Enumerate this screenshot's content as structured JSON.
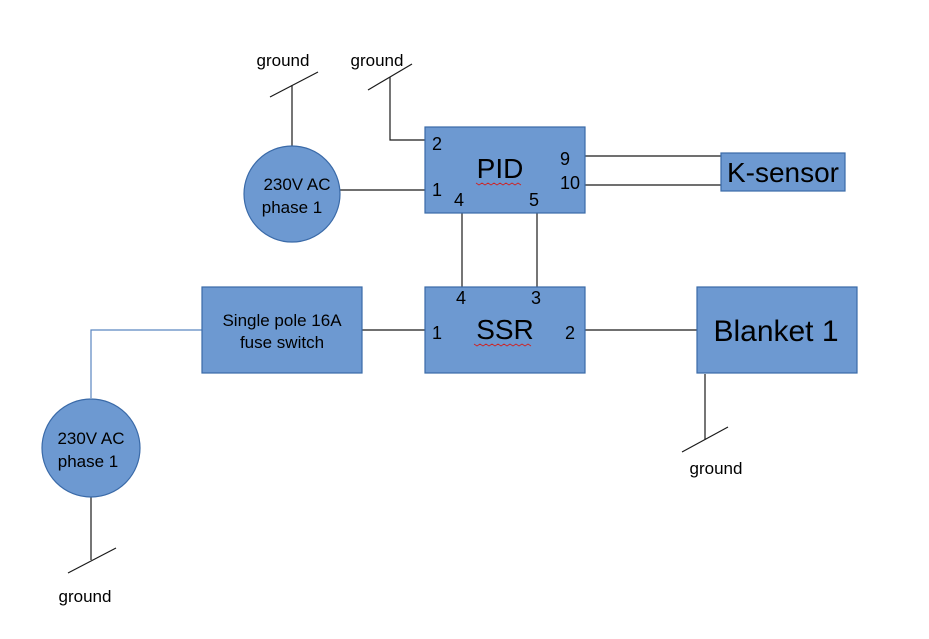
{
  "pid": {
    "label": "PID",
    "pins": {
      "p1": "1",
      "p2": "2",
      "p4": "4",
      "p5": "5",
      "p9": "9",
      "p10": "10"
    }
  },
  "ssr": {
    "label": "SSR",
    "pins": {
      "p1": "1",
      "p2": "2",
      "p3": "3",
      "p4": "4"
    }
  },
  "ksensor": {
    "label": "K-sensor"
  },
  "blanket": {
    "label": "Blanket 1"
  },
  "fuse_switch": {
    "line1": "Single pole 16A",
    "line2": "fuse switch"
  },
  "ac_top": {
    "line1": "230V AC",
    "line2": "phase 1"
  },
  "ac_bottom": {
    "line1": "230V AC",
    "line2": "phase 1"
  },
  "grounds": {
    "top_left": "ground",
    "top_right": "ground",
    "blanket": "ground",
    "bottom": "ground"
  },
  "colors": {
    "box_fill": "#6d99d1",
    "box_stroke": "#3a6aa8",
    "wire": "#1a1a1a",
    "spellcheck_underline": "#d02020"
  }
}
